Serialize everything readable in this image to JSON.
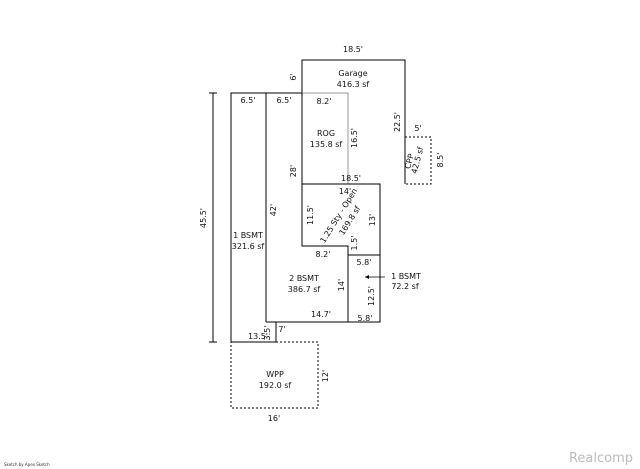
{
  "sketch": {
    "garage": {
      "name": "Garage",
      "area": "416.3 sf"
    },
    "rog": {
      "name": "ROG",
      "area": "135.8 sf"
    },
    "cpp": {
      "name": "CPP",
      "area": "42.5 sf"
    },
    "sky": {
      "name": "1.25 Sty - Open",
      "area": "169.8 sf"
    },
    "bsmt1_left": {
      "name": "1 BSMT",
      "area": "321.6 sf"
    },
    "bsmt2": {
      "name": "2 BSMT",
      "area": "386.7 sf"
    },
    "bsmt1_right": {
      "name": "1 BSMT",
      "area": "72.2 sf"
    },
    "wpp": {
      "name": "WPP",
      "area": "192.0 sf"
    },
    "dims": {
      "garage_top": "18.5'",
      "garage_left_short": "6'",
      "garage_right": "22.5'",
      "rog_top": "8.2'",
      "rog_right": "16.5'",
      "rog_left": "28'",
      "rog_bottom": "18.5'",
      "cpp_top": "5'",
      "cpp_right": "8.5'",
      "overall_height": "45.5'",
      "left_top": "6.5'",
      "mid_top": "6.5'",
      "mid_left": "42'",
      "sky_top": "14'",
      "sky_left": "11.5'",
      "sky_right": "13'",
      "sky_bottom": "8.2'",
      "step_small": "1.5'",
      "bsmt_right_top": "5.8'",
      "bsmt_right_bottom": "5.8'",
      "bsmt_right_height": "12.5'",
      "bsmt2_right": "14'",
      "bsmt2_bottom": "14.7'",
      "left_bottom": "13.5'",
      "wpp_top": "7'",
      "step_35": "3.5'",
      "wpp_right": "12'",
      "wpp_bottom": "16'"
    }
  },
  "footer": {
    "credit": "Sketch by Apex Sketch",
    "brand": "Realcomp"
  }
}
